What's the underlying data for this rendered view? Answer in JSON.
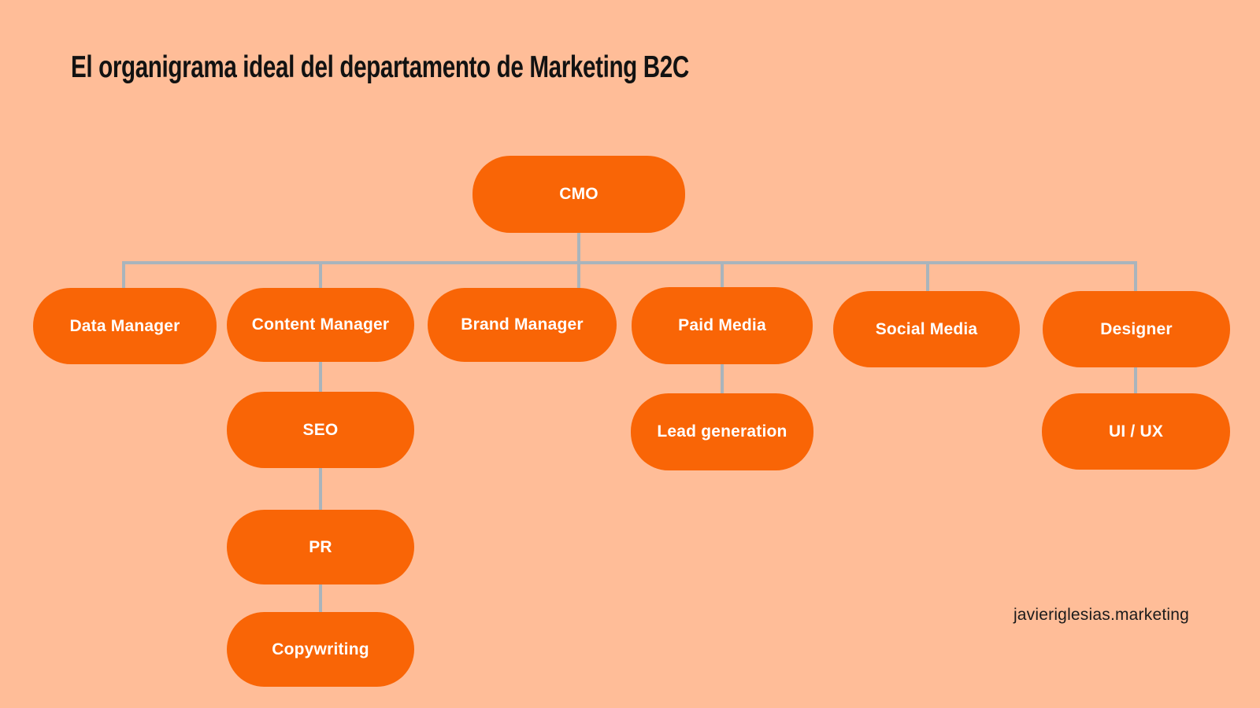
{
  "title": "El organigrama ideal del departamento de Marketing B2C",
  "watermark": "javieriglesias.marketing",
  "colors": {
    "background": "#FFBD98",
    "node_fill": "#F96506",
    "node_text": "#FFFFFF",
    "connector": "#A9B4BC",
    "title_text": "#121212"
  },
  "org": {
    "type": "org-chart",
    "root": "CMO",
    "nodes": {
      "cmo": {
        "label": "CMO",
        "reports_to": null
      },
      "data_manager": {
        "label": "Data Manager",
        "reports_to": "CMO"
      },
      "content_manager": {
        "label": "Content Manager",
        "reports_to": "CMO"
      },
      "brand_manager": {
        "label": "Brand Manager",
        "reports_to": "CMO"
      },
      "paid_media": {
        "label": "Paid Media",
        "reports_to": "CMO"
      },
      "social_media": {
        "label": "Social Media",
        "reports_to": "CMO"
      },
      "designer": {
        "label": "Designer",
        "reports_to": "CMO"
      },
      "seo": {
        "label": "SEO",
        "reports_to": "Content Manager"
      },
      "pr": {
        "label": "PR",
        "reports_to": "SEO"
      },
      "copywriting": {
        "label": "Copywriting",
        "reports_to": "PR"
      },
      "lead_generation": {
        "label": "Lead generation",
        "reports_to": "Paid Media"
      },
      "ui_ux": {
        "label": "UI / UX",
        "reports_to": "Designer"
      }
    }
  }
}
